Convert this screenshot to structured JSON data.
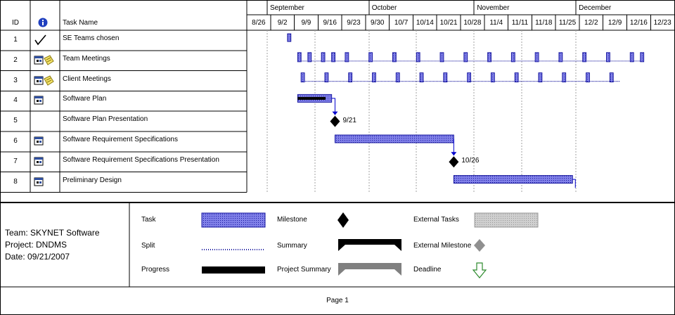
{
  "table": {
    "headers": {
      "id": "ID",
      "name": "Task Name",
      "info_icon": "info-icon"
    },
    "rows": [
      {
        "id": "1",
        "name": "SE Teams chosen",
        "indicator": "checkmark-icon"
      },
      {
        "id": "2",
        "name": "Team Meetings",
        "indicator": "recurring-task-note-icon"
      },
      {
        "id": "3",
        "name": "Client Meetings",
        "indicator": "recurring-task-note-icon"
      },
      {
        "id": "4",
        "name": "Software Plan",
        "indicator": "calendar-icon"
      },
      {
        "id": "5",
        "name": "Software Plan Presentation",
        "indicator": ""
      },
      {
        "id": "6",
        "name": "Software Requirement Specifications",
        "indicator": "calendar-icon"
      },
      {
        "id": "7",
        "name": "Software Requirement Specifications Presentation",
        "indicator": "calendar-icon"
      },
      {
        "id": "8",
        "name": "Preliminary Design",
        "indicator": "calendar-icon"
      }
    ]
  },
  "chart_data": {
    "type": "gantt",
    "months": [
      "September",
      "October",
      "November",
      "December"
    ],
    "weeks": [
      "8/26",
      "9/2",
      "9/9",
      "9/16",
      "9/23",
      "9/30",
      "10/7",
      "10/14",
      "10/21",
      "10/28",
      "11/4",
      "11/11",
      "11/18",
      "11/25",
      "12/2",
      "12/9",
      "12/16",
      "12/23"
    ],
    "tasks": [
      {
        "id": 1,
        "name": "SE Teams chosen",
        "kind": "task",
        "start": "2007-09-07",
        "end": "2007-09-08"
      },
      {
        "id": 2,
        "name": "Team Meetings",
        "kind": "recurring",
        "start": "2007-09-10",
        "end": "2007-12-21",
        "occurrences": [
          [
            "2007-09-10",
            "2007-09-11"
          ],
          [
            "2007-09-13",
            "2007-09-14"
          ],
          [
            "2007-09-17",
            "2007-09-18"
          ],
          [
            "2007-09-20",
            "2007-09-21"
          ],
          [
            "2007-09-24",
            "2007-09-25"
          ],
          [
            "2007-10-01",
            "2007-10-02"
          ],
          [
            "2007-10-08",
            "2007-10-09"
          ],
          [
            "2007-10-15",
            "2007-10-16"
          ],
          [
            "2007-10-22",
            "2007-10-23"
          ],
          [
            "2007-10-29",
            "2007-10-30"
          ],
          [
            "2007-11-05",
            "2007-11-06"
          ],
          [
            "2007-11-12",
            "2007-11-13"
          ],
          [
            "2007-11-19",
            "2007-11-20"
          ],
          [
            "2007-11-26",
            "2007-11-27"
          ],
          [
            "2007-12-03",
            "2007-12-04"
          ],
          [
            "2007-12-10",
            "2007-12-11"
          ],
          [
            "2007-12-17",
            "2007-12-18"
          ],
          [
            "2007-12-20",
            "2007-12-21"
          ]
        ]
      },
      {
        "id": 3,
        "name": "Client Meetings",
        "kind": "recurring",
        "start": "2007-09-11",
        "end": "2007-12-14",
        "occurrences": [
          [
            "2007-09-11",
            "2007-09-12"
          ],
          [
            "2007-09-18",
            "2007-09-19"
          ],
          [
            "2007-09-25",
            "2007-09-26"
          ],
          [
            "2007-10-02",
            "2007-10-03"
          ],
          [
            "2007-10-09",
            "2007-10-10"
          ],
          [
            "2007-10-16",
            "2007-10-17"
          ],
          [
            "2007-10-23",
            "2007-10-24"
          ],
          [
            "2007-10-30",
            "2007-10-31"
          ],
          [
            "2007-11-06",
            "2007-11-07"
          ],
          [
            "2007-11-13",
            "2007-11-14"
          ],
          [
            "2007-11-20",
            "2007-11-21"
          ],
          [
            "2007-11-27",
            "2007-11-28"
          ],
          [
            "2007-12-04",
            "2007-12-05"
          ],
          [
            "2007-12-11",
            "2007-12-12"
          ]
        ]
      },
      {
        "id": 4,
        "name": "Software Plan",
        "kind": "task",
        "start": "2007-09-10",
        "end": "2007-09-20",
        "progress": 0.82
      },
      {
        "id": 5,
        "name": "Software Plan Presentation",
        "kind": "milestone",
        "date": "2007-09-21",
        "label": "9/21"
      },
      {
        "id": 6,
        "name": "Software Requirement Specifications",
        "kind": "task",
        "start": "2007-09-21",
        "end": "2007-10-26"
      },
      {
        "id": 7,
        "name": "Software Requirement Specifications Presentation",
        "kind": "milestone",
        "date": "2007-10-26",
        "label": "10/26"
      },
      {
        "id": 8,
        "name": "Preliminary Design",
        "kind": "task",
        "start": "2007-10-26",
        "end": "2007-11-30"
      }
    ],
    "links": [
      [
        4,
        5
      ],
      [
        6,
        7
      ]
    ]
  },
  "info": {
    "team": "Team: SKYNET Software",
    "project": "Project: DNDMS",
    "date": "Date: 09/21/2007"
  },
  "legend": {
    "task": "Task",
    "split": "Split",
    "progress": "Progress",
    "milestone": "Milestone",
    "summary": "Summary",
    "project_summary": "Project Summary",
    "external_tasks": "External Tasks",
    "external_milestone": "External Milestone",
    "deadline": "Deadline"
  },
  "colors": {
    "task_fill": "#8080e8",
    "task_border": "#1a1aa0",
    "progress": "#000000",
    "milestone": "#000000",
    "summary": "#000000",
    "project_summary": "#808080",
    "external": "#c0c0c0",
    "external_milestone": "#909090",
    "deadline": "#2e8b2e",
    "link": "#0000cc"
  },
  "footer": {
    "page": "Page 1"
  }
}
